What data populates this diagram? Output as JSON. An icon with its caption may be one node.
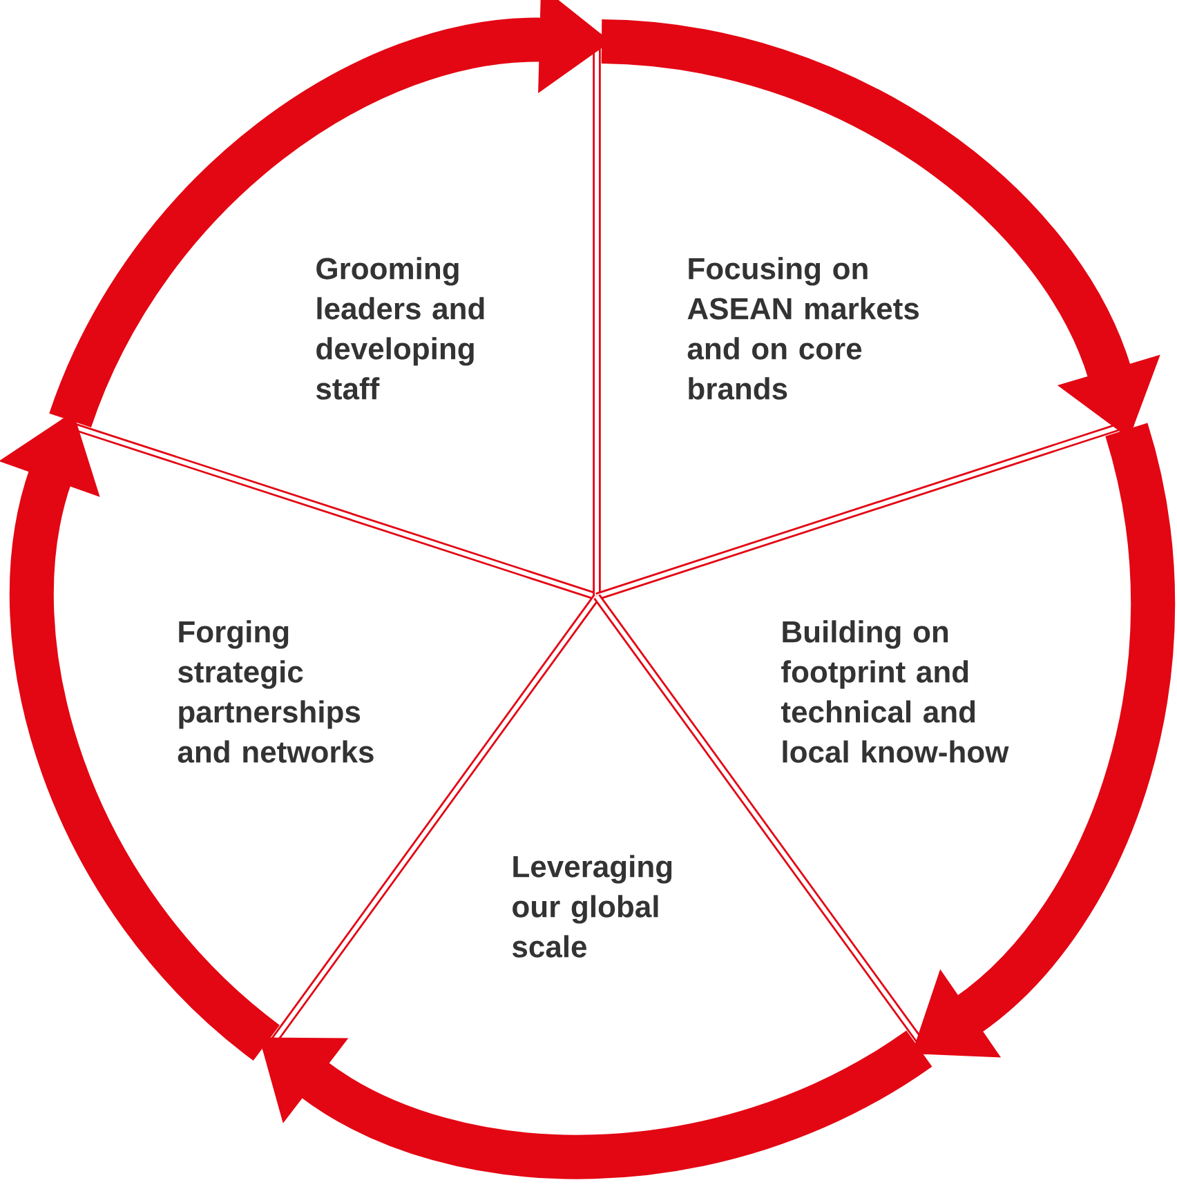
{
  "diagram": {
    "nodes": [
      {
        "text": [
          "Grooming leaders and developing staff"
        ]
      },
      {
        "text": [
          "Focusing on ASEAN markets and on core brands"
        ]
      },
      {
        "text": [
          "Forging strategic partnerships and networks"
        ]
      },
      {
        "text": [
          "Building on footprint and technical and local know-how"
        ]
      },
      {
        "text": [
          "Leveraging our global scale"
        ]
      }
    ],
    "edges": [
      {
        "from": 1,
        "to": 3,
        "arrow": "to"
      },
      {
        "from": 3,
        "to": 4,
        "arrow": "to"
      },
      {
        "from": 4,
        "to": 2,
        "arrow": "to"
      },
      {
        "from": 2,
        "to": 0,
        "arrow": "to"
      },
      {
        "from": 0,
        "to": 1,
        "arrow": "to"
      }
    ]
  }
}
